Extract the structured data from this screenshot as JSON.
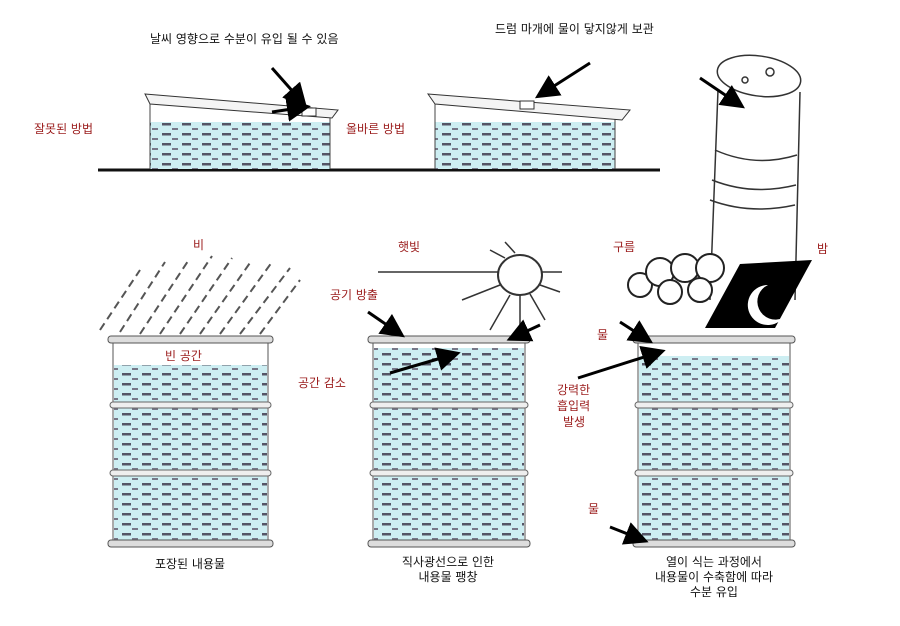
{
  "top": {
    "wrong_method": "잘못된 방법",
    "right_method": "올바른 방법",
    "wrong_note": "날씨 영향으로 수분이 유입 될 수 있음",
    "right_note": "드럼 마개에 물이 닿지않게 보관"
  },
  "bottom": {
    "rain": "비",
    "empty_space": "빈 공간",
    "sunlight": "햇빛",
    "air_release": "공기 방출",
    "space_reduction": "공간 감소",
    "cloud": "구름",
    "night": "밤",
    "water_top": "물",
    "suction_1": "강력한",
    "suction_2": "흡입력",
    "suction_3": "발생",
    "water_bottom": "물",
    "caption_1": "포장된 내용물",
    "caption_2_line1": "직사광선으로 인한",
    "caption_2_line2": "내용물 팽창",
    "caption_3_line1": "열이 식는 과정에서",
    "caption_3_line2": "내용물이 수축함에 따라",
    "caption_3_line3": "수분 유입"
  },
  "colors": {
    "liquid": "#cdeef2",
    "label_red": "#9b1c1c"
  }
}
